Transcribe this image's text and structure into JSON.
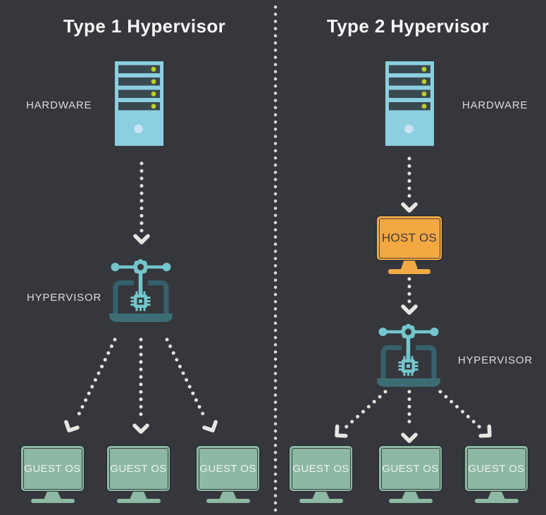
{
  "diagram": {
    "left": {
      "title": "Type 1 Hypervisor",
      "hardware_label": "HARDWARE",
      "hypervisor_label": "HYPERVISOR",
      "guests": [
        "GUEST OS",
        "GUEST OS",
        "GUEST OS"
      ]
    },
    "right": {
      "title": "Type 2 Hypervisor",
      "hardware_label": "HARDWARE",
      "host_os_label": "HOST OS",
      "hypervisor_label": "HYPERVISOR",
      "guests": [
        "GUEST OS",
        "GUEST OS",
        "GUEST OS"
      ]
    },
    "colors": {
      "background": "#35373c",
      "title_text": "#f7f8f8",
      "label_text": "#dbdcdd",
      "server_body": "#8ccfe0",
      "server_slot": "#3a4850",
      "server_led": "#b6cf2a",
      "server_power_light": "#cde2f4",
      "laptop_frame_teal": "#35616b",
      "laptop_base_teal": "#3c6d74",
      "accent_teal": "#74c6cc",
      "guest_monitor_green": "#8db8a3",
      "host_monitor_orange": "#f3a842",
      "monitor_outline": "#2c3036",
      "guest_text": "#edf1ef",
      "host_text": "#3a3d43",
      "arrow": "#e8e6e3",
      "separator": "#d8d8d8"
    }
  }
}
